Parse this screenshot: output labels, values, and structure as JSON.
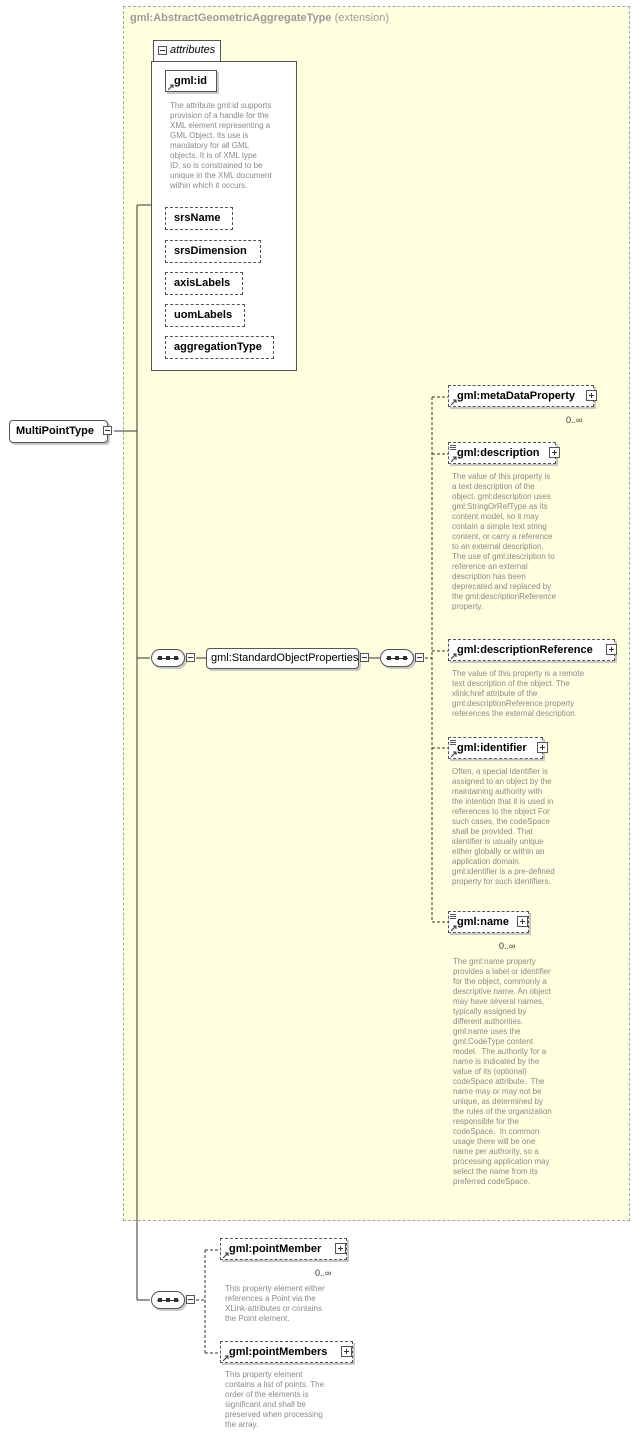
{
  "extension": {
    "type_name": "gml:AbstractGeometricAggregateType",
    "type_suffix": "(extension)"
  },
  "attributes": {
    "tab_label": "attributes",
    "items": [
      {
        "name": "gml:id",
        "description": "The attribute gml:id supports\nprovision of a handle for the\nXML element representing a\nGML Object. Its use is\nmandatory for all GML\nobjects. It is of XML type\nID, so is constrained to be\nunique in the XML document\nwithin which it occurs."
      },
      {
        "name": "srsName"
      },
      {
        "name": "srsDimension"
      },
      {
        "name": "axisLabels"
      },
      {
        "name": "uomLabels"
      },
      {
        "name": "aggregationType"
      }
    ]
  },
  "root": {
    "label": "MultiPointType"
  },
  "group": {
    "label": "gml:StandardObjectProperties"
  },
  "standard_properties": [
    {
      "name": "gml:metaDataProperty",
      "cardinality": "0..∞",
      "description": ""
    },
    {
      "name": "gml:description",
      "cardinality": "",
      "description": "The value of this property is\na text description of the\nobject. gml:description uses\ngml:StringOrRefType as its\ncontent model, so it may\ncontain a simple text string\ncontent, or carry a reference\nto an external description.\nThe use of gml:description to\nreference an external\ndescription has been\ndeprecated and replaced by\nthe gml:descriptionReference\nproperty."
    },
    {
      "name": "gml:descriptionReference",
      "cardinality": "",
      "description": "The value of this property is a remote\ntext description of the object. The\nxlink:href attribute of the\ngml:descriptionReference property\nreferences the external description."
    },
    {
      "name": "gml:identifier",
      "cardinality": "",
      "description": "Often, a special identifier is\nassigned to an object by the\nmaintaining authority with\nthe intention that it is used in\nreferences to the object For\nsuch cases, the codeSpace\nshall be provided. That\nidentifier is usually unique\neither globally or within an\napplication domain.\ngml:identifier is a pre-defined\nproperty for such identifiers."
    },
    {
      "name": "gml:name",
      "cardinality": "0..∞",
      "description": "The gml:name property\nprovides a label or identifier\nfor the object, commonly a\ndescriptive name. An object\nmay have several names,\ntypically assigned by\ndifferent authorities.\ngml:name uses the\ngml:CodeType content\nmodel.  The authority for a\nname is indicated by the\nvalue of its (optional)\ncodeSpace attribute.  The\nname may or may not be\nunique, as determined by\nthe rules of the organization\nresponsible for the\ncodeSpace.  In common\nusage there will be one\nname per authority, so a\nprocessing application may\nselect the name from its\npreferred codeSpace."
    }
  ],
  "point_properties": [
    {
      "name": "gml:pointMember",
      "cardinality": "0..∞",
      "description": "This property element either\nreferences a Point via the\nXLink-attributes or contains\nthe Point element."
    },
    {
      "name": "gml:pointMembers",
      "cardinality": "",
      "description": "This property element\ncontains a list of points. The\norder of the elements is\nsignificant and shall be\npreserved when processing\nthe array."
    }
  ]
}
